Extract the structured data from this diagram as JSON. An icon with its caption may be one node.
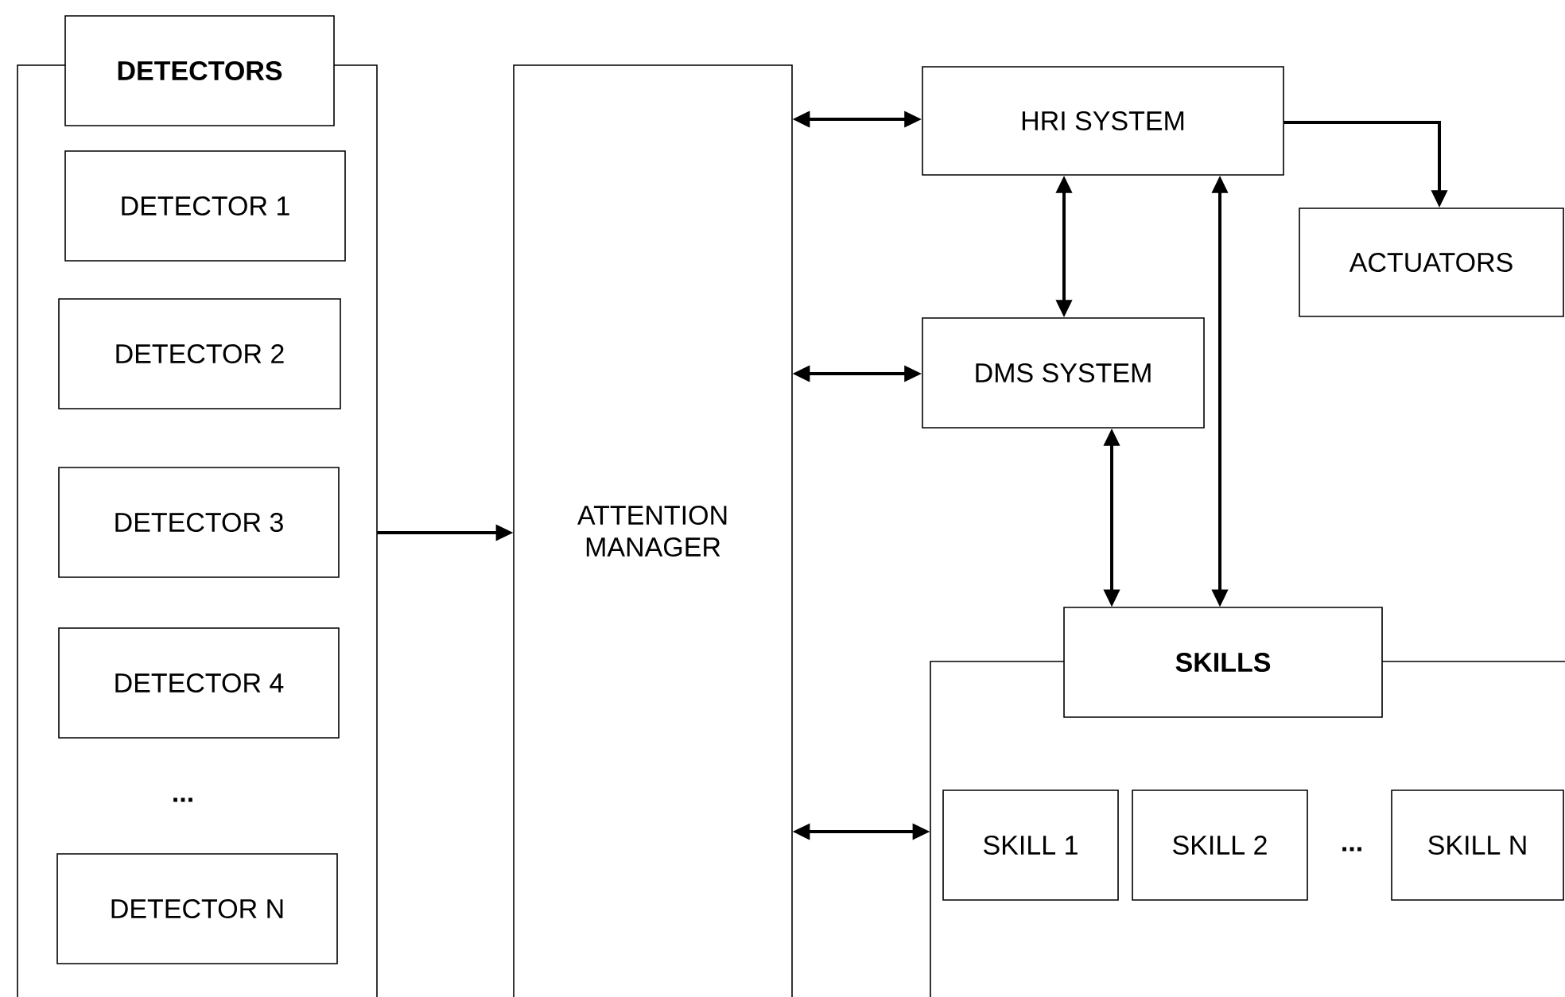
{
  "diagram": {
    "nodes": [
      {
        "text": [
          "DETECTORS"
        ]
      },
      {
        "text": [
          "DETECTOR 1"
        ],
        "in": 0
      },
      {
        "text": [
          "DETECTOR 2"
        ],
        "in": 0
      },
      {
        "text": [
          "DETECTOR 3"
        ],
        "in": 0
      },
      {
        "text": [
          "DETECTOR 4"
        ],
        "in": 0
      },
      {
        "text": [
          "DETECTOR N"
        ],
        "in": 0
      },
      {
        "text": [
          "ATTENTION MANAGER"
        ]
      },
      {
        "text": [
          "HRI SYSTEM"
        ]
      },
      {
        "text": [
          "DMS SYSTEM"
        ]
      },
      {
        "text": [
          "ACTUATORS"
        ]
      },
      {
        "text": [
          "SKILLS"
        ]
      },
      {
        "text": [
          "SKILL 1"
        ],
        "in": 10
      },
      {
        "text": [
          "SKILL 2"
        ],
        "in": 10
      },
      {
        "text": [
          "SKILL N"
        ],
        "in": 10
      }
    ],
    "edges": [
      {
        "from": 0,
        "to": 6,
        "arrow": "to"
      },
      {
        "from": 6,
        "to": 7,
        "arrow": "both"
      },
      {
        "from": 6,
        "to": 8,
        "arrow": "both"
      },
      {
        "from": 7,
        "to": 9,
        "arrow": "to"
      },
      {
        "from": 7,
        "to": 8,
        "arrow": "both"
      },
      {
        "from": 6,
        "to": 10,
        "arrow": "both"
      },
      {
        "from": 8,
        "to": 10,
        "arrow": "both"
      },
      {
        "from": 7,
        "to": 10,
        "arrow": "both"
      }
    ],
    "labels": [
      "...",
      "..."
    ]
  }
}
